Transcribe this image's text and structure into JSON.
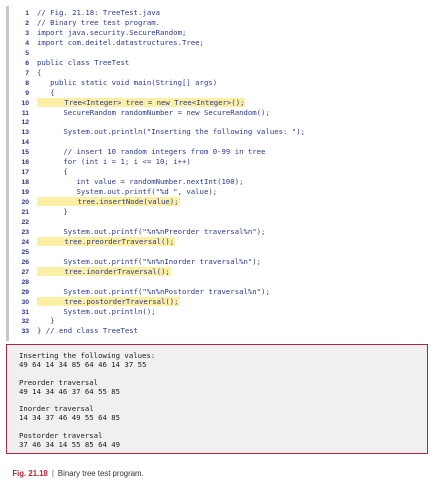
{
  "code_lines": [
    {
      "num": "1",
      "text": "// Fig. 21.18: TreeTest.java",
      "highlight": false
    },
    {
      "num": "2",
      "text": "// Binary tree test program.",
      "highlight": false
    },
    {
      "num": "3",
      "text": "import java.security.SecureRandom;",
      "highlight": false
    },
    {
      "num": "4",
      "text": "import com.deitel.datastructures.Tree;",
      "highlight": false
    },
    {
      "num": "5",
      "text": "",
      "highlight": false
    },
    {
      "num": "6",
      "text": "public class TreeTest",
      "highlight": false
    },
    {
      "num": "7",
      "text": "{",
      "highlight": false
    },
    {
      "num": "8",
      "text": "   public static void main(String[] args)",
      "highlight": false
    },
    {
      "num": "9",
      "text": "   {",
      "highlight": false
    },
    {
      "num": "10",
      "text": "      Tree<Integer> tree = new Tree<Integer>();",
      "highlight": true
    },
    {
      "num": "11",
      "text": "      SecureRandom randomNumber = new SecureRandom();",
      "highlight": false
    },
    {
      "num": "12",
      "text": "",
      "highlight": false
    },
    {
      "num": "13",
      "text": "      System.out.println(\"Inserting the following values: \");",
      "highlight": false
    },
    {
      "num": "14",
      "text": "",
      "highlight": false
    },
    {
      "num": "15",
      "text": "      // insert 10 random integers from 0-99 in tree",
      "highlight": false
    },
    {
      "num": "16",
      "text": "      for (int i = 1; i <= 10; i++)",
      "highlight": false
    },
    {
      "num": "17",
      "text": "      {",
      "highlight": false
    },
    {
      "num": "18",
      "text": "         int value = randomNumber.nextInt(100);",
      "highlight": false
    },
    {
      "num": "19",
      "text": "         System.out.printf(\"%d \", value);",
      "highlight": false
    },
    {
      "num": "20",
      "text": "         tree.insertNode(value);",
      "highlight": true
    },
    {
      "num": "21",
      "text": "      }",
      "highlight": false
    },
    {
      "num": "22",
      "text": "",
      "highlight": false
    },
    {
      "num": "23",
      "text": "      System.out.printf(\"%n%nPreorder traversal%n\");",
      "highlight": false
    },
    {
      "num": "24",
      "text": "      tree.preorderTraversal();",
      "highlight": true
    },
    {
      "num": "25",
      "text": "",
      "highlight": false
    },
    {
      "num": "26",
      "text": "      System.out.printf(\"%n%nInorder traversal%n\");",
      "highlight": false
    },
    {
      "num": "27",
      "text": "      tree.inorderTraversal();",
      "highlight": true
    },
    {
      "num": "28",
      "text": "",
      "highlight": false
    },
    {
      "num": "29",
      "text": "      System.out.printf(\"%n%nPostorder traversal%n\");",
      "highlight": false
    },
    {
      "num": "30",
      "text": "      tree.postorderTraversal();",
      "highlight": true
    },
    {
      "num": "31",
      "text": "      System.out.println();",
      "highlight": false
    },
    {
      "num": "32",
      "text": "   }",
      "highlight": false
    },
    {
      "num": "33",
      "text": "} // end class TreeTest",
      "highlight": false
    }
  ],
  "output_lines": [
    "Inserting the following values:",
    "49 64 14 34 85 64 46 14 37 55",
    "",
    "Preorder traversal",
    "49 14 34 46 37 64 55 85",
    "",
    "Inorder traversal",
    "14 34 37 46 49 55 64 85",
    "",
    "Postorder traversal",
    "37 46 34 14 55 85 64 49"
  ],
  "caption": {
    "figure_label": "Fig. 21.18",
    "separator": "|",
    "text": "Binary tree test program."
  }
}
